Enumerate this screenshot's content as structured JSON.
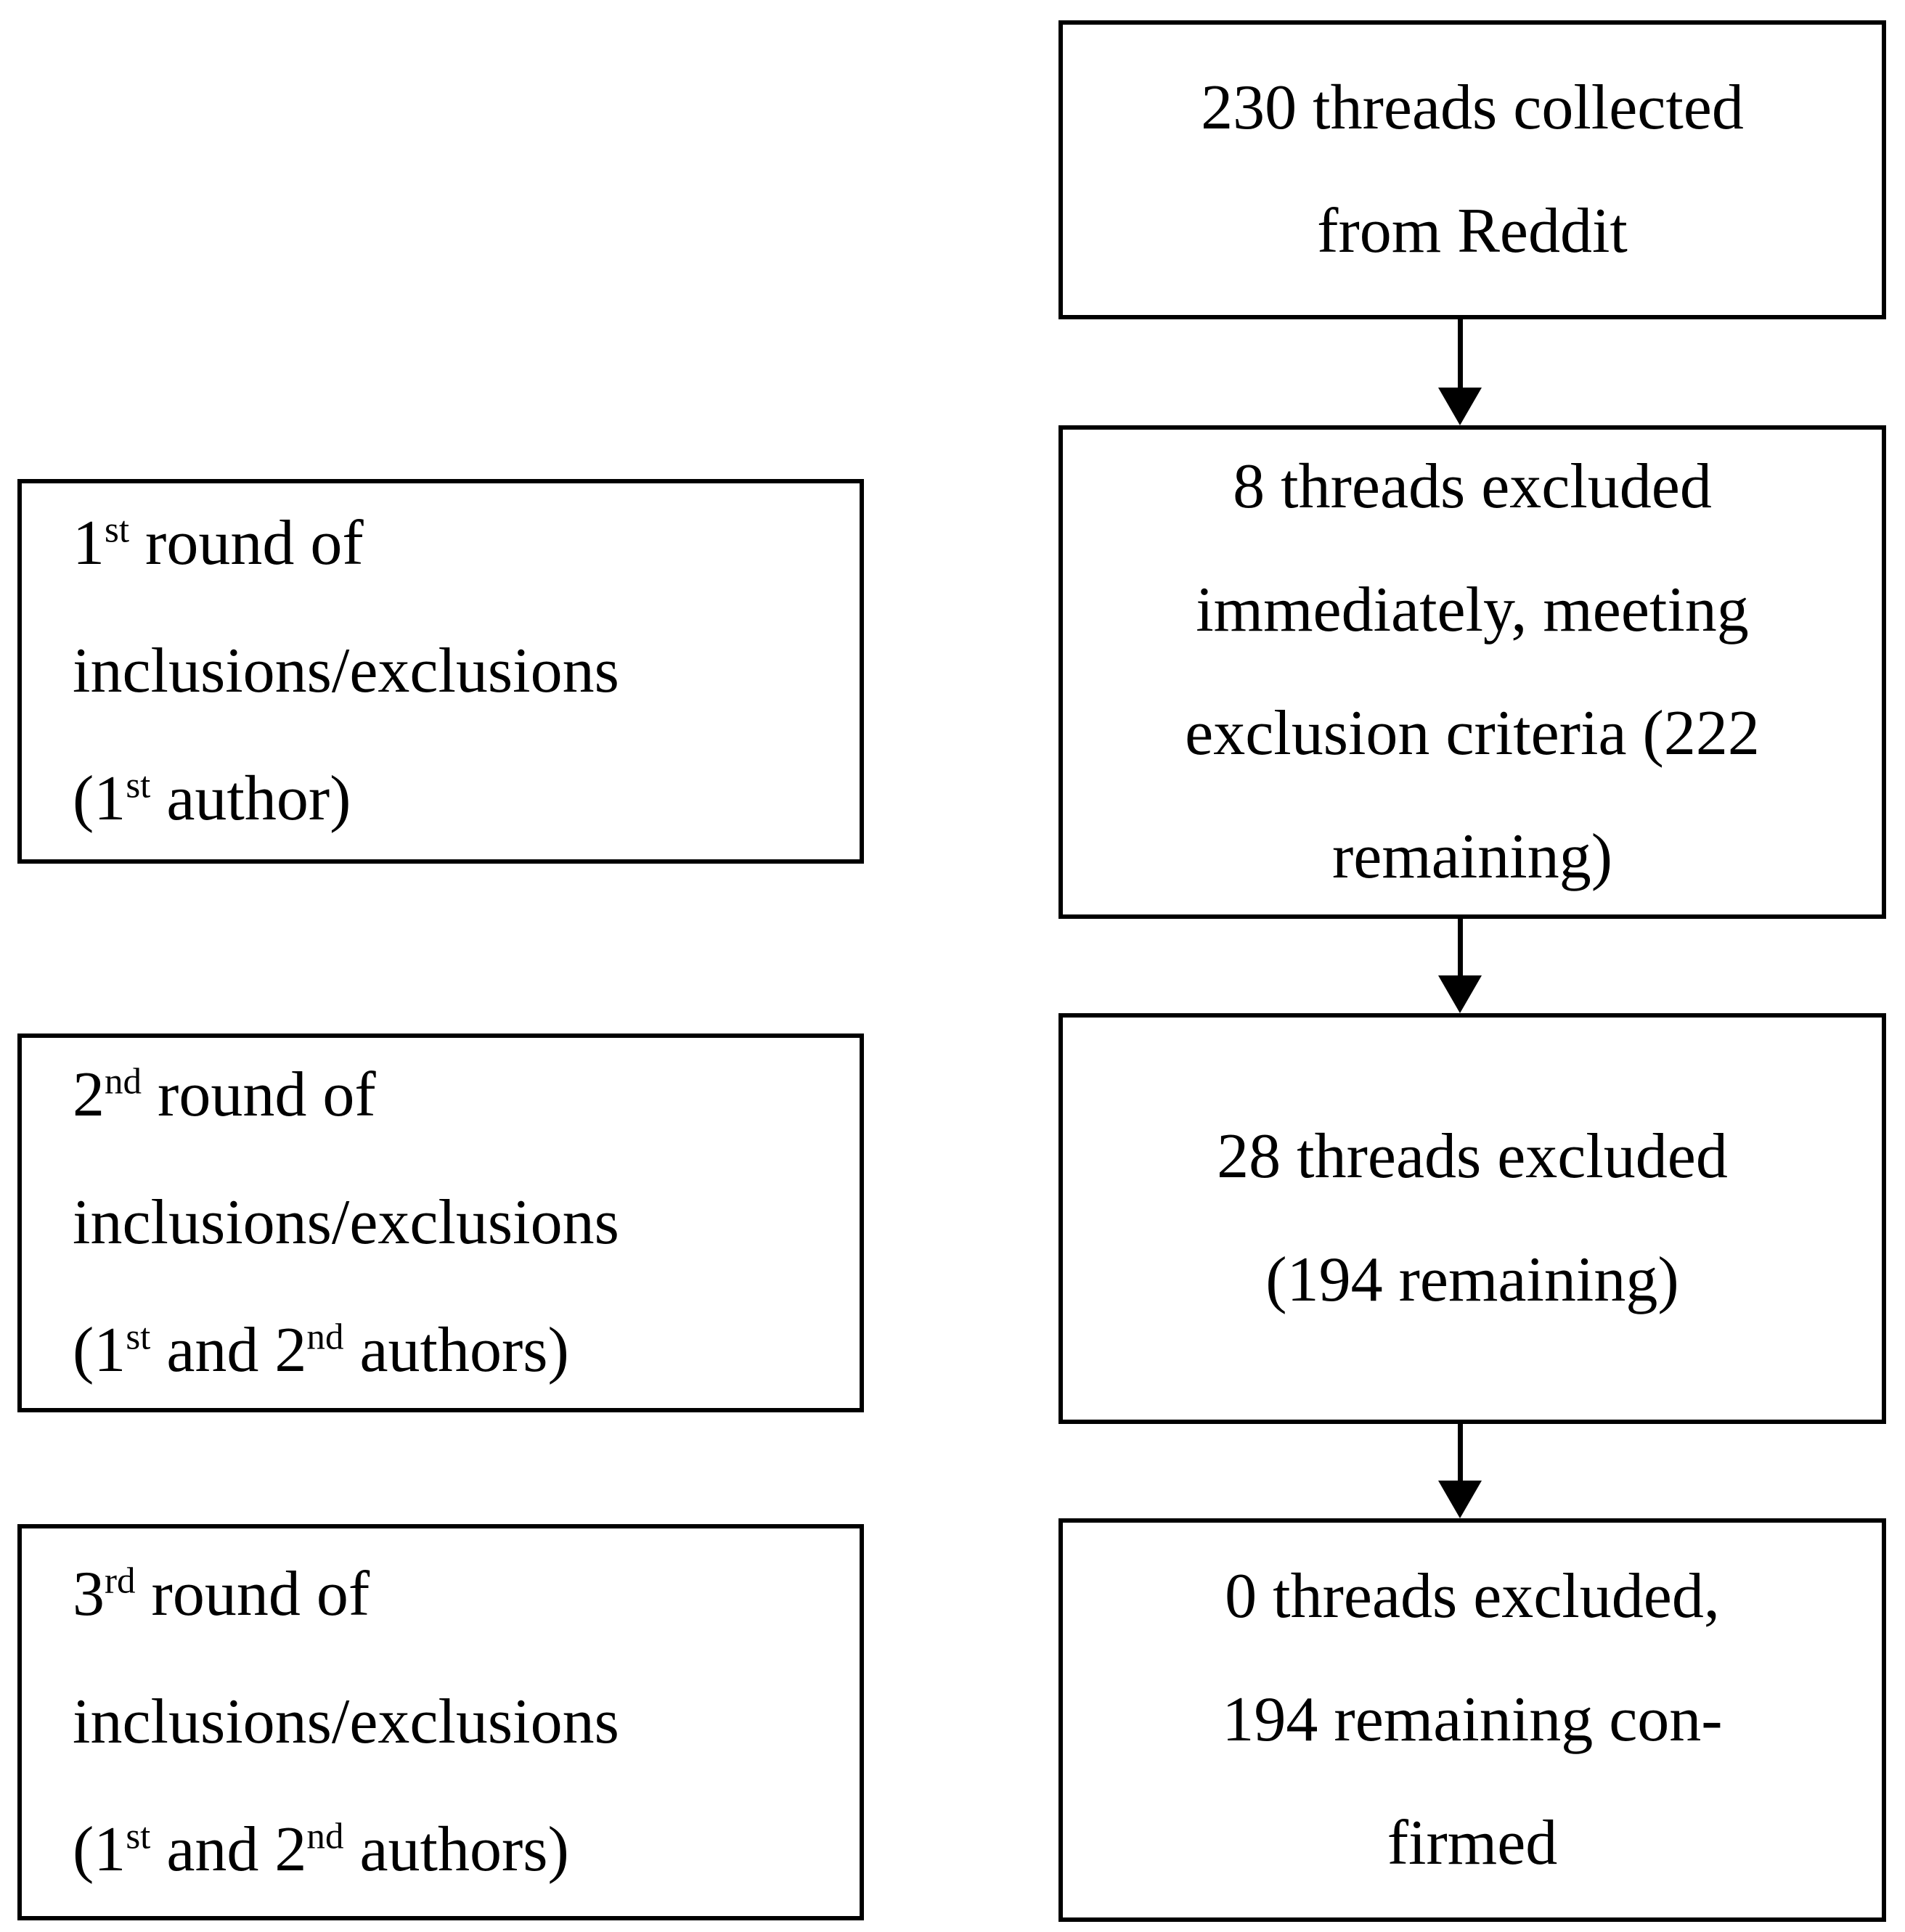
{
  "diagram": {
    "background": "#ffffff",
    "line_color": "#000000",
    "text_color": "#000000",
    "right_boxes": [
      {
        "name": "collected-box",
        "lines": [
          "230 threads collected",
          "from Reddit"
        ]
      },
      {
        "name": "first-exclusion-box",
        "lines": [
          "8 threads excluded",
          "immediately, meeting",
          "exclusion criteria (222",
          "remaining)"
        ]
      },
      {
        "name": "second-exclusion-box",
        "lines": [
          "28 threads excluded",
          "(194 remaining)"
        ]
      },
      {
        "name": "third-exclusion-box",
        "lines": [
          "0 threads excluded,",
          "194 remaining con-",
          "firmed"
        ]
      }
    ],
    "left_boxes": [
      {
        "name": "round-1-box",
        "line1": {
          "base": "1",
          "sup": "st",
          "rest": " round of"
        },
        "line2": "inclusions/exclusions",
        "line3": {
          "open": "(1",
          "sup1": "st",
          "mid": " author)",
          "sup2": "",
          "end": ""
        }
      },
      {
        "name": "round-2-box",
        "line1": {
          "base": "2",
          "sup": "nd",
          "rest": " round of"
        },
        "line2": "inclusions/exclusions",
        "line3": {
          "open": "(1",
          "sup1": "st",
          "mid": " and 2",
          "sup2": "nd",
          "end": " authors)"
        }
      },
      {
        "name": "round-3-box",
        "line1": {
          "base": "3",
          "sup": "rd",
          "rest": " round of"
        },
        "line2": "inclusions/exclusions",
        "line3": {
          "open": "(1",
          "sup1": "st",
          "mid": " and 2",
          "sup2": "nd",
          "end": " authors)"
        }
      }
    ]
  }
}
